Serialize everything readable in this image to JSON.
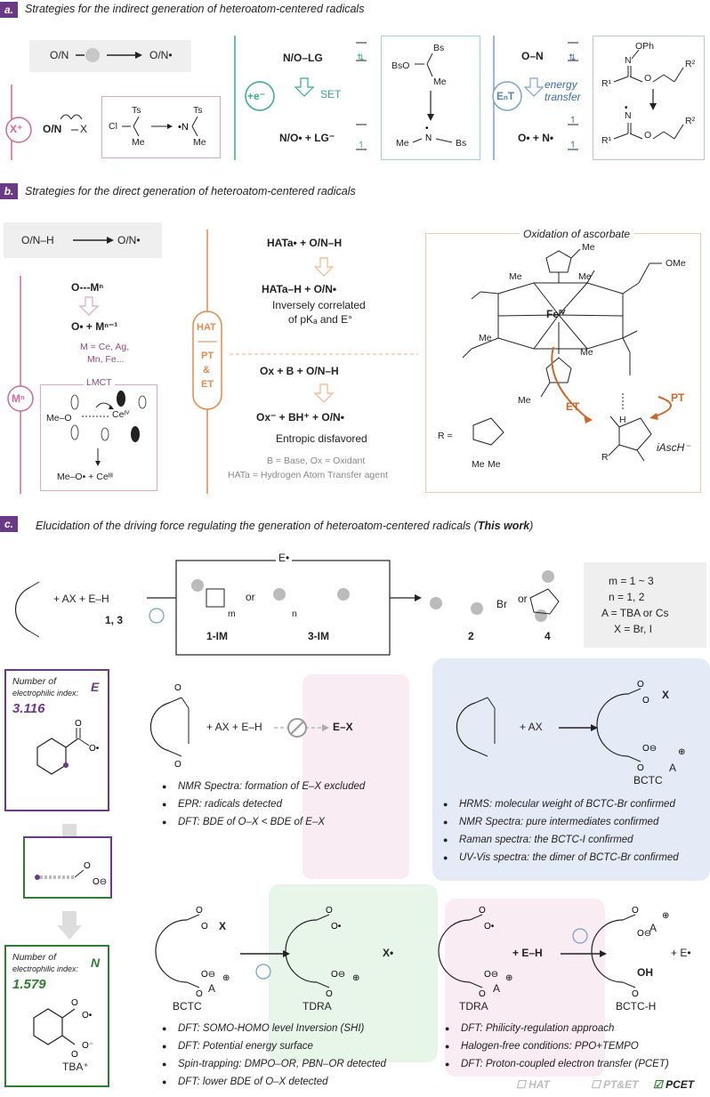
{
  "colors": {
    "section_tag": "#6b3a86",
    "purple": "#7a4a96",
    "pink": "#c86a9e",
    "teal": "#3aa88e",
    "blue": "#7ba3cc",
    "orange": "#e08a4e",
    "green": "#2e7d32",
    "pink_bg": "#f9ecf2",
    "blue_bg": "#e4ebf7",
    "green_bg": "#e8f5e9",
    "grey_bg": "#f0f0f0"
  },
  "section_a": {
    "tag": "a.",
    "title": "Strategies for the indirect generation of heteroatom-centered radicals",
    "reaction": {
      "left": "O/N",
      "right": "O/N•"
    },
    "x_badge": "X⁺",
    "onx": "O/N",
    "onx_x": "X",
    "cln": {
      "cl": "Cl",
      "ts": "Ts",
      "me": "Me",
      "ts2": "Ts",
      "me2": "Me"
    },
    "e_badge": "+e⁻",
    "set": {
      "top": "N/O–LG",
      "mid": "SET",
      "bottom": "N/O• + LG⁻"
    },
    "bso": {
      "bs": "Bs",
      "bso": "BsO",
      "me": "Me",
      "me2": "Me",
      "bs2": "Bs",
      "n": "N"
    },
    "ent_badge": "EₙT",
    "ent": {
      "top": "O–N",
      "mid1": "energy",
      "mid2": "transfer",
      "bottom": "O• + N•"
    },
    "oxime": {
      "oph": "OPh",
      "r1": "R¹",
      "r2": "R²",
      "n": "N",
      "o": "O",
      "r1b": "R¹",
      "r2b": "R²",
      "nb": "N",
      "ob": "O"
    }
  },
  "section_b": {
    "tag": "b.",
    "title": "Strategies for the direct generation of heteroatom-centered radicals",
    "reaction": {
      "left": "O/N–H",
      "right": "O/N•"
    },
    "m_badge": "Mⁿ",
    "metal": {
      "line1": "O---Mⁿ",
      "line2": "O• + Mⁿ⁻¹",
      "line3": "M = Ce, Ag,",
      "line4": "Mn, Fe..."
    },
    "lmct": {
      "label": "LMCT",
      "meo": "Me–O",
      "ce": "Ceᴵⱽ",
      "bottom": "Me–O• + Ceᴵᴵᴵ"
    },
    "hat_badge": {
      "top": "HAT",
      "mid1": "PT",
      "mid2": "&",
      "mid3": "ET"
    },
    "hat": {
      "line1": "HATa• + O/N–H",
      "line2": "HATa–H + O/N•",
      "line3": "Inversely correlated",
      "line4": "of pKₐ and E°",
      "line5": "Ox + B + O/N–H",
      "line6": "Ox⁻ + BH⁺ + O/N•",
      "line7": "Entropic disfavored",
      "legend1": "B = Base, Ox = Oxidant",
      "legend2": "HATa = Hydrogen Atom Transfer agent"
    },
    "ascorbate": {
      "title": "Oxidation of ascorbate",
      "me_labels": [
        "Me",
        "Me",
        "Me",
        "Me",
        "Me",
        "Me"
      ],
      "ome": "OMe",
      "fe": "Feᴵⱽ",
      "et": "ET",
      "pt": "PT",
      "h": "H",
      "r_eq": "R =",
      "r": "R",
      "ome2": "Me",
      "me2": "Me",
      "iasch": "iAscH⁻"
    }
  },
  "section_c": {
    "tag": "c.",
    "title_main": "Elucidation of the driving force regulating the generation of heteroatom-centered radicals (",
    "title_bold": "This work",
    "title_end": ")",
    "scheme": {
      "plus_ax": "+ AX + E–H",
      "label_13": "1, 3",
      "e_dot": "E•",
      "im1": "1-IM",
      "or1": "or",
      "im3": "3-IM",
      "m": "m",
      "n": "n",
      "p2": "2",
      "or2": "or",
      "p4": "4",
      "br": "Br",
      "conditions": [
        "m = 1 ~ 3",
        "n = 1, 2",
        "A = TBA or Cs",
        "X = Br, I"
      ]
    },
    "e_card": {
      "title": "Number of",
      "subtitle": "electrophilic index:",
      "value": "3.116",
      "letter": "E"
    },
    "n_card": {
      "title": "Number of",
      "subtitle": "electrophilic index:",
      "value": "1.579",
      "letter": "N",
      "tba": "TBA⁺"
    },
    "panel1": {
      "eqn": "+ AX + E–H",
      "product": "E–X",
      "bullets": [
        "NMR Spectra: formation of E–X excluded",
        "EPR: radicals detected",
        "DFT: BDE of O–X < BDE of E–X"
      ]
    },
    "panel2": {
      "eqn": "+ AX",
      "product_x": "X",
      "a": "A",
      "label": "BCTC",
      "bullets": [
        "HRMS: molecular weight of BCTC-Br confirmed",
        "NMR Spectra: pure intermediates confirmed",
        "Raman spectra: the BCTC-I confirmed",
        "UV-Vis spectra: the dimer of BCTC-Br confirmed"
      ]
    },
    "panel3": {
      "label_left": "BCTC",
      "label_right": "TDRA",
      "x": "X",
      "x_dot": "X•",
      "a": "A",
      "bullets": [
        "DFT: SOMO-HOMO level Inversion (SHI)",
        "DFT: Potential energy surface",
        "Spin-trapping: DMPO–OR, PBN–OR detected",
        "DFT: lower BDE of O–X detected"
      ]
    },
    "panel4": {
      "label_left": "TDRA",
      "label_right": "BCTC-H",
      "eh": "+ E–H",
      "oh": "OH",
      "e_dot": "+ E•",
      "a": "A",
      "bullets": [
        "DFT:  Philicity-regulation approach",
        "Halogen-free conditions: PPO+TEMPO",
        "DFT: Proton-coupled electron transfer (PCET)"
      ],
      "checks": [
        "HAT",
        "PT&ET",
        "PCET"
      ]
    }
  }
}
